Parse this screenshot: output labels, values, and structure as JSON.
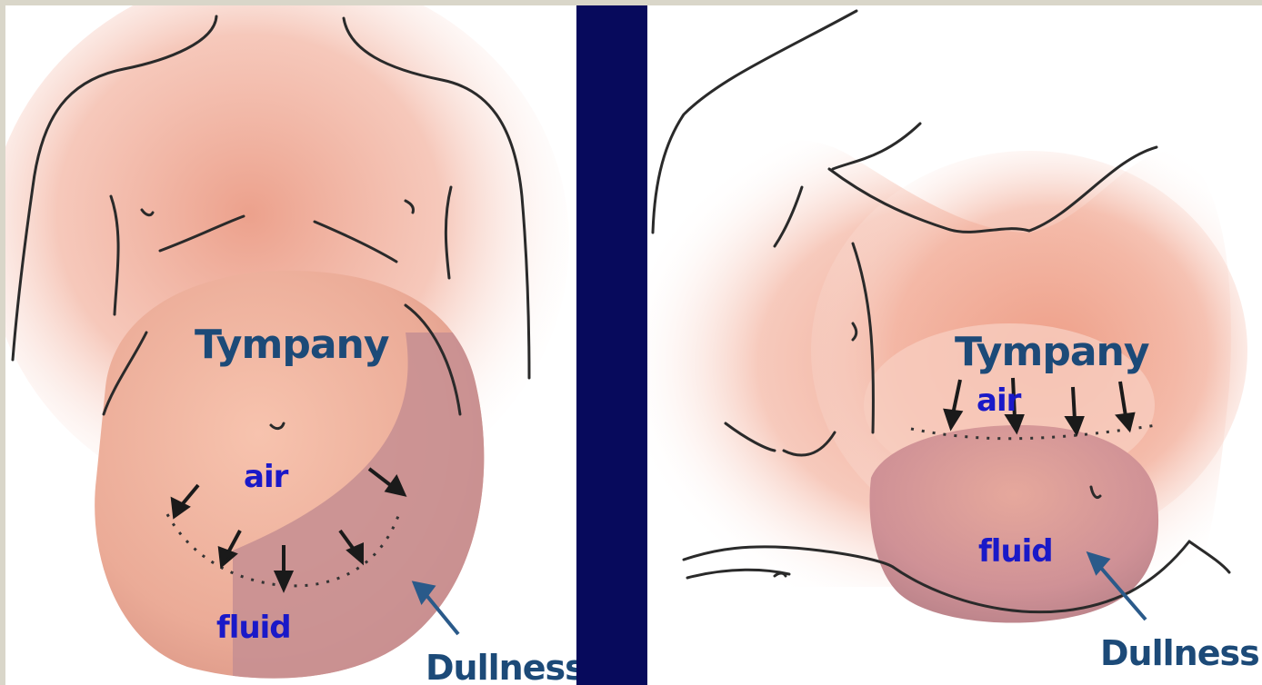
{
  "colors": {
    "skin": "#f6cfc0",
    "skin_glow": "#eea08c",
    "belly": "#e9b3a3",
    "dull_fluid": "#c58e92",
    "outline": "#2a2a2a",
    "tympany_text": "#1c4a78",
    "air_fluid_text": "#1a19c8",
    "divider": "#070a5c"
  },
  "left": {
    "tympany": "Tympany",
    "air": "air",
    "fluid": "fluid",
    "dullness": "Dullness"
  },
  "right": {
    "tympany": "Tympany",
    "air": "air",
    "fluid": "fluid",
    "dullness": "Dullness"
  },
  "icons": {
    "arrow": "arrow-icon",
    "pointer": "arrow-pointer-icon"
  }
}
